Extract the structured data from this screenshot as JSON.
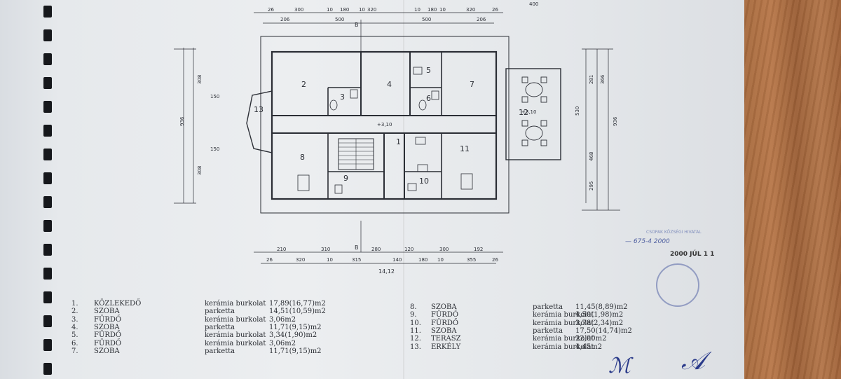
{
  "plan": {
    "rooms": [
      {
        "no": "1"
      },
      {
        "no": "2"
      },
      {
        "no": "3"
      },
      {
        "no": "4"
      },
      {
        "no": "5"
      },
      {
        "no": "6"
      },
      {
        "no": "7"
      },
      {
        "no": "8"
      },
      {
        "no": "9"
      },
      {
        "no": "10"
      },
      {
        "no": "11"
      },
      {
        "no": "12"
      },
      {
        "no": "13"
      }
    ],
    "top_dims_row1": [
      "26",
      "300",
      "10",
      "180",
      "10",
      "320",
      "10",
      "180",
      "10",
      "320",
      "26"
    ],
    "top_dims_row2": [
      "206",
      "500",
      "500",
      "206"
    ],
    "top_dims_row0": [
      "400"
    ],
    "bottom_dims_row1": [
      "210",
      "310",
      "280",
      "120",
      "300",
      "192"
    ],
    "bottom_dims_row2": [
      "26",
      "320",
      "10",
      "315",
      "140",
      "180",
      "10",
      "355",
      "26"
    ],
    "bottom_total": "14,12",
    "section_mark": "B",
    "levels": [
      "+3,10",
      "+3,10"
    ]
  },
  "stamp": {
    "lines": [
      "CSOPAK KÖZSÉGI HIVATAL",
      "— 675-4 2000",
      "2000 JÚL 1 1"
    ],
    "ref": "675-4   2000",
    "date": "2000 JÚL 1 1"
  },
  "legend_left": [
    {
      "no": "1.",
      "name": "KÖZLEKEDŐ",
      "finish": "kerámia burkolat",
      "area": "17,89(16,77)m2"
    },
    {
      "no": "2.",
      "name": "SZOBA",
      "finish": "parketta",
      "area": "14,51(10,59)m2"
    },
    {
      "no": "3.",
      "name": "FÜRDŐ",
      "finish": "kerámia burkolat",
      "area": "3,06m2"
    },
    {
      "no": "4.",
      "name": "SZOBA",
      "finish": "parketta",
      "area": "11,71(9,15)m2"
    },
    {
      "no": "5.",
      "name": "FÜRDŐ",
      "finish": "kerámia burkolat",
      "area": "3,34(1,90)m2"
    },
    {
      "no": "6.",
      "name": "FÜRDŐ",
      "finish": "kerámia burkolat",
      "area": "3,06m2"
    },
    {
      "no": "7.",
      "name": "SZOBA",
      "finish": "parketta",
      "area": "11,71(9,15)m2"
    }
  ],
  "legend_right": [
    {
      "no": "8.",
      "name": "SZOBA",
      "finish": "parketta",
      "area": "11,45(8,89)m2"
    },
    {
      "no": "9.",
      "name": "FÜRDŐ",
      "finish": "kerámia burkolat",
      "area": "4,50(1,98)m2"
    },
    {
      "no": "10.",
      "name": "FÜRDŐ",
      "finish": "kerámia burkolat",
      "area": "3,78(2,34)m2"
    },
    {
      "no": "11.",
      "name": "SZOBA",
      "finish": "parketta",
      "area": "17,50(14,74)m2"
    },
    {
      "no": "12.",
      "name": "TERASZ",
      "finish": "kerámia burkolat",
      "area": "22,00m2"
    },
    {
      "no": "13.",
      "name": "ERKÉLY",
      "finish": "kerámia burkolat",
      "area": "4,45m2"
    }
  ],
  "colors": {
    "ink": "#2a2d33",
    "paper": "#e6e9ec",
    "stamp": "#6f7fb5",
    "wood": "#a5683c"
  }
}
